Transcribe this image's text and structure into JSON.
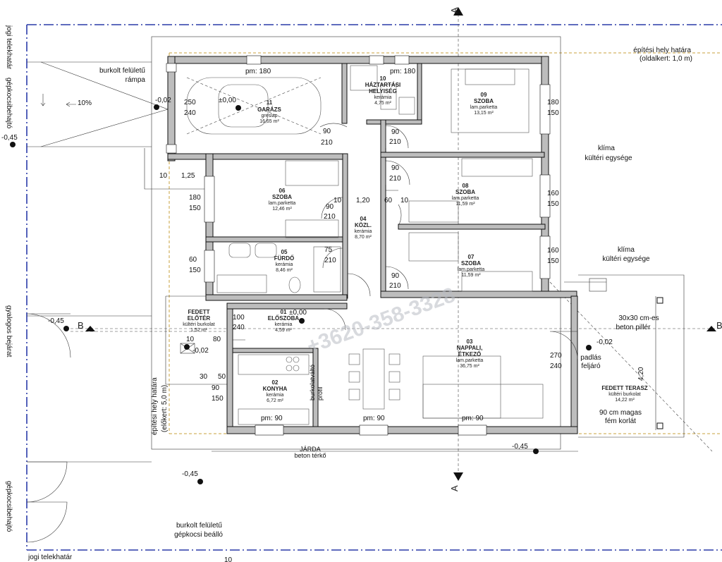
{
  "rooms": [
    {
      "id": "garage",
      "num": "11",
      "name": "GARÁZS",
      "mat": "greslap",
      "area": "16,65 m²"
    },
    {
      "id": "utility",
      "num": "10",
      "name": "HÁZTARTÁSI",
      "name2": "HELYISÉG",
      "mat": "kerámia",
      "area": "4,75 m²"
    },
    {
      "id": "room09",
      "num": "09",
      "name": "SZOBA",
      "mat": "lam.parketta",
      "area": "13,15 m²"
    },
    {
      "id": "room06",
      "num": "06",
      "name": "SZOBA",
      "mat": "lam.parketta",
      "area": "12,46 m²"
    },
    {
      "id": "room08",
      "num": "08",
      "name": "SZOBA",
      "mat": "lam.parketta",
      "area": "11,59 m²"
    },
    {
      "id": "hall",
      "num": "04",
      "name": "KÖZL.",
      "mat": "kerámia",
      "area": "8,70 m²"
    },
    {
      "id": "bath",
      "num": "05",
      "name": "FÜRDŐ",
      "mat": "kerámia",
      "area": "8,46 m²"
    },
    {
      "id": "room07",
      "num": "07",
      "name": "SZOBA",
      "mat": "lam.parketta",
      "area": "11,59 m²"
    },
    {
      "id": "entry",
      "num": "01",
      "name": "ELŐSZOBA",
      "mat": "kerámia",
      "area": "4,59 m²"
    },
    {
      "id": "living",
      "num": "03",
      "name": "NAPPALI,",
      "name2": "ÉTKEZŐ",
      "mat": "lam.parketta",
      "area": "36,75 m²"
    },
    {
      "id": "kitchen",
      "num": "02",
      "name": "KONYHA",
      "mat": "kerámia",
      "area": "6,72 m²"
    },
    {
      "id": "porch",
      "name": "FEDETT",
      "name2": "ELŐTÉR",
      "mat": "kültéri burkolat",
      "area": "1,52 m²"
    },
    {
      "id": "terrace",
      "name": "FEDETT TERASZ",
      "mat": "kültéri burkolat",
      "area": "14,22 m²"
    }
  ],
  "notes": {
    "ramp1": "burkolt felületű",
    "ramp2": "rámpa",
    "build_limit1": "építési hely határa",
    "build_limit2": "(oldalkert: 1,0 m)",
    "klima1a": "klíma",
    "klima1b": "kültéri egysége",
    "klima2a": "klíma",
    "klima2b": "kültéri egysége",
    "pillar1": "30x30 cm-es",
    "pillar2": "beton pillér",
    "attic1": "padlás",
    "attic2": "feljáró",
    "railing1": "90 cm magas",
    "railing2": "fém korlát",
    "sidewalk1": "JÁRDA",
    "sidewalk2": "beton térkő",
    "parking1": "burkolt felületű",
    "parking2": "gépkocsi beálló",
    "plot_bottom": "jogi telekhatár",
    "plot_left": "jogi telekhatár",
    "car_entry_top": "gépkocsibehajtó",
    "car_entry_bottom": "gépkocsibehajtó",
    "ped_entry": "gyalogos bejárat",
    "front_limit1": "építési hely határa",
    "front_limit2": "(előkert: 5,0 m)",
    "kitchen_note1": "burkolatváltó",
    "kitchen_note2": "profil",
    "slope": "10%",
    "watermark": "+3620-358-3328"
  },
  "levels": {
    "garage": "±0,00",
    "entry": "±0,00",
    "ramp": "-0,02",
    "porch": "-0,02",
    "terrace": "-0,02",
    "left": "-0,45",
    "ped": "-0,45",
    "bottom": "-0,45",
    "bottom_right": "-0,45"
  },
  "sections": {
    "a_top": "A",
    "a_bottom": "A",
    "b_left": "B",
    "b_right": "B"
  },
  "dims": {
    "pm180a": "pm: 180",
    "pm180b": "pm: 180",
    "pm90": "pm: 90",
    "d250": "250",
    "d240": "240",
    "d90": "90",
    "d210": "210",
    "d75": "75",
    "d60": "60",
    "d10": "10",
    "d125": "1,25",
    "d180": "180",
    "d150": "150",
    "d160": "160",
    "d120": "1,20",
    "d100": "100",
    "d80": "80",
    "d30": "30",
    "d50": "50",
    "d270": "270",
    "d420": "4,20",
    "bottom_d": "10"
  }
}
